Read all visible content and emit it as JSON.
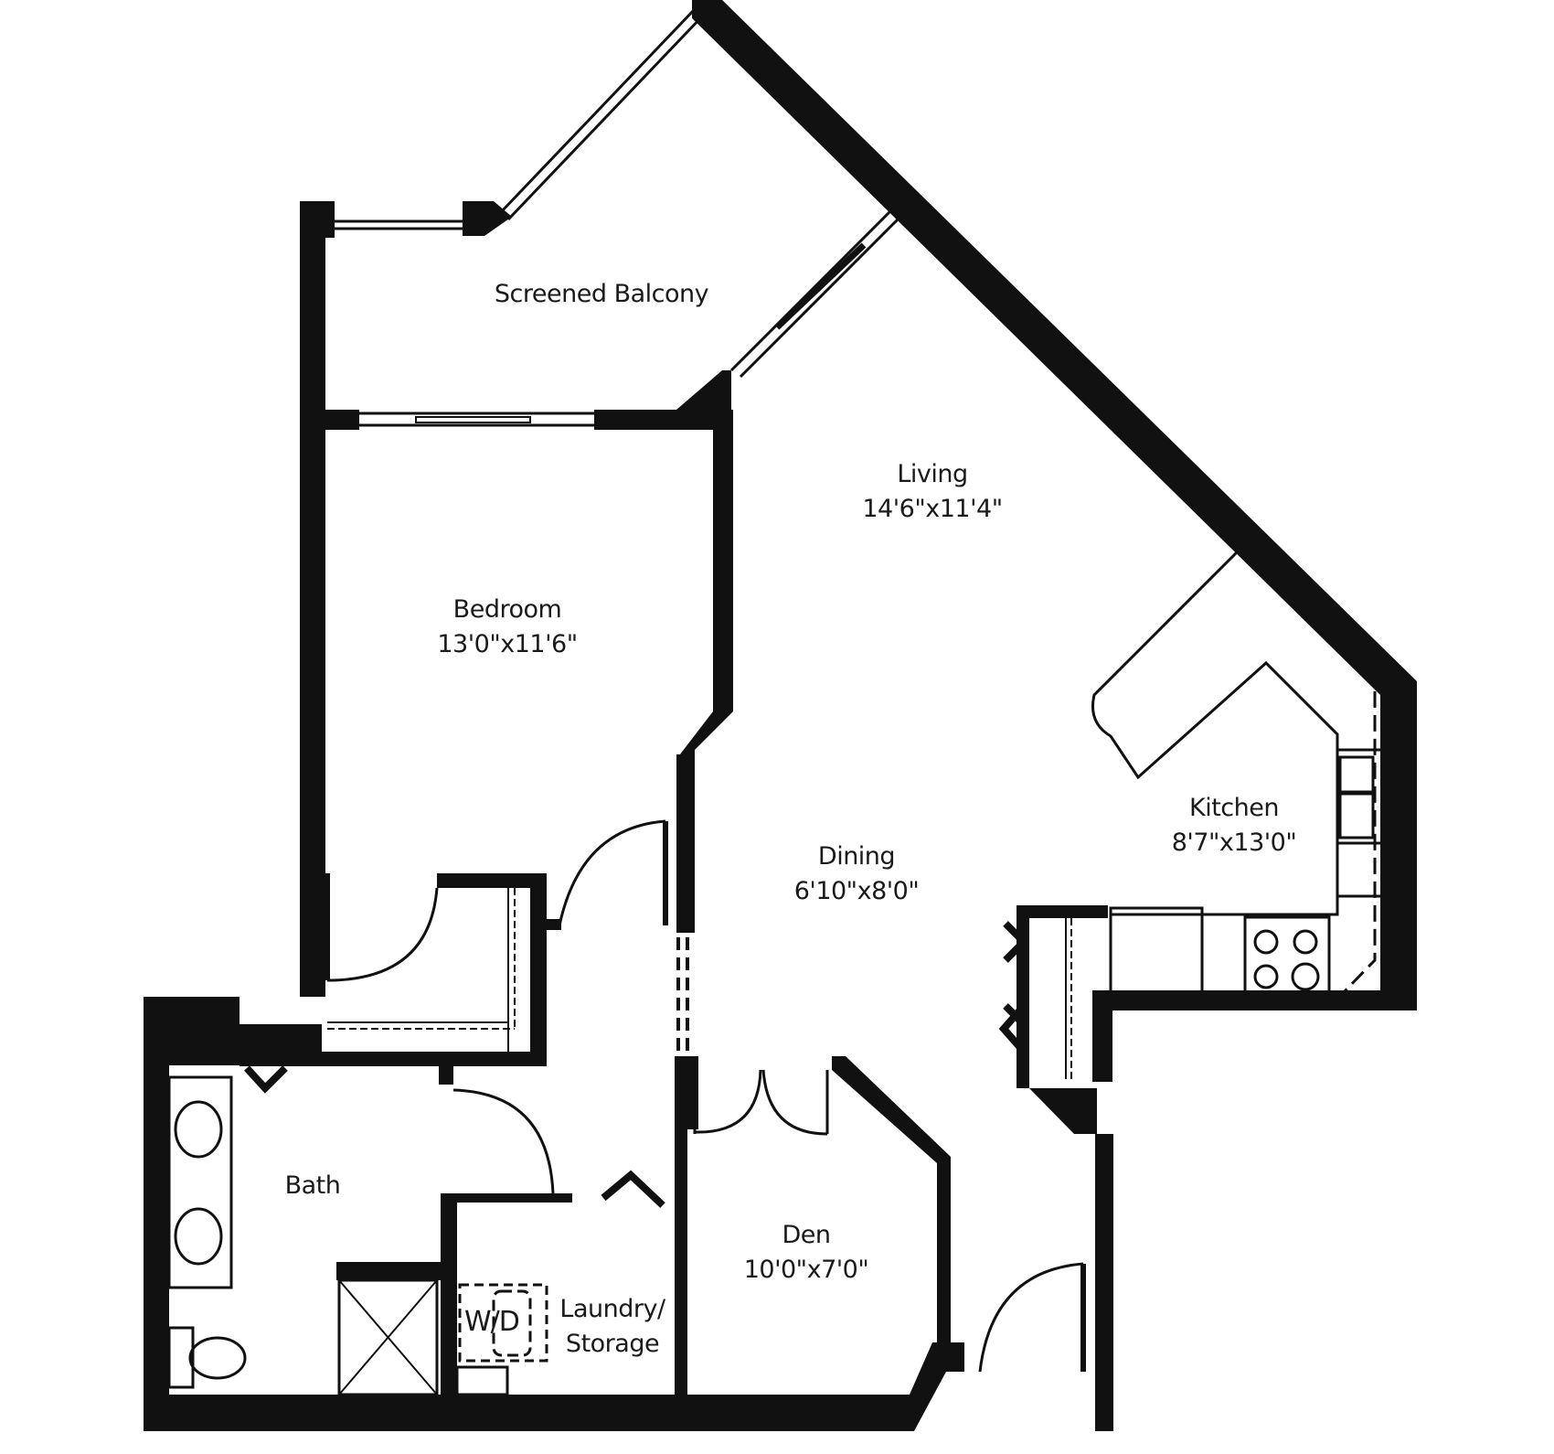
{
  "plan": {
    "colors": {
      "wall": "#111111",
      "background": "#ffffff",
      "text": "#1a1a1a"
    },
    "rooms": [
      {
        "id": "balcony",
        "name": "Screened Balcony",
        "dimensions": ""
      },
      {
        "id": "living",
        "name": "Living",
        "dimensions": "14'6\"x11'4\""
      },
      {
        "id": "bedroom",
        "name": "Bedroom",
        "dimensions": "13'0\"x11'6\""
      },
      {
        "id": "kitchen",
        "name": "Kitchen",
        "dimensions": "8'7\"x13'0\""
      },
      {
        "id": "dining",
        "name": "Dining",
        "dimensions": "6'10\"x8'0\""
      },
      {
        "id": "bath",
        "name": "Bath",
        "dimensions": ""
      },
      {
        "id": "den",
        "name": "Den",
        "dimensions": "10'0\"x7'0\""
      },
      {
        "id": "laundry",
        "name": "Laundry/",
        "name2": "Storage",
        "dimensions": ""
      }
    ],
    "fixtures": {
      "washer_dryer_label": "W/D"
    }
  }
}
